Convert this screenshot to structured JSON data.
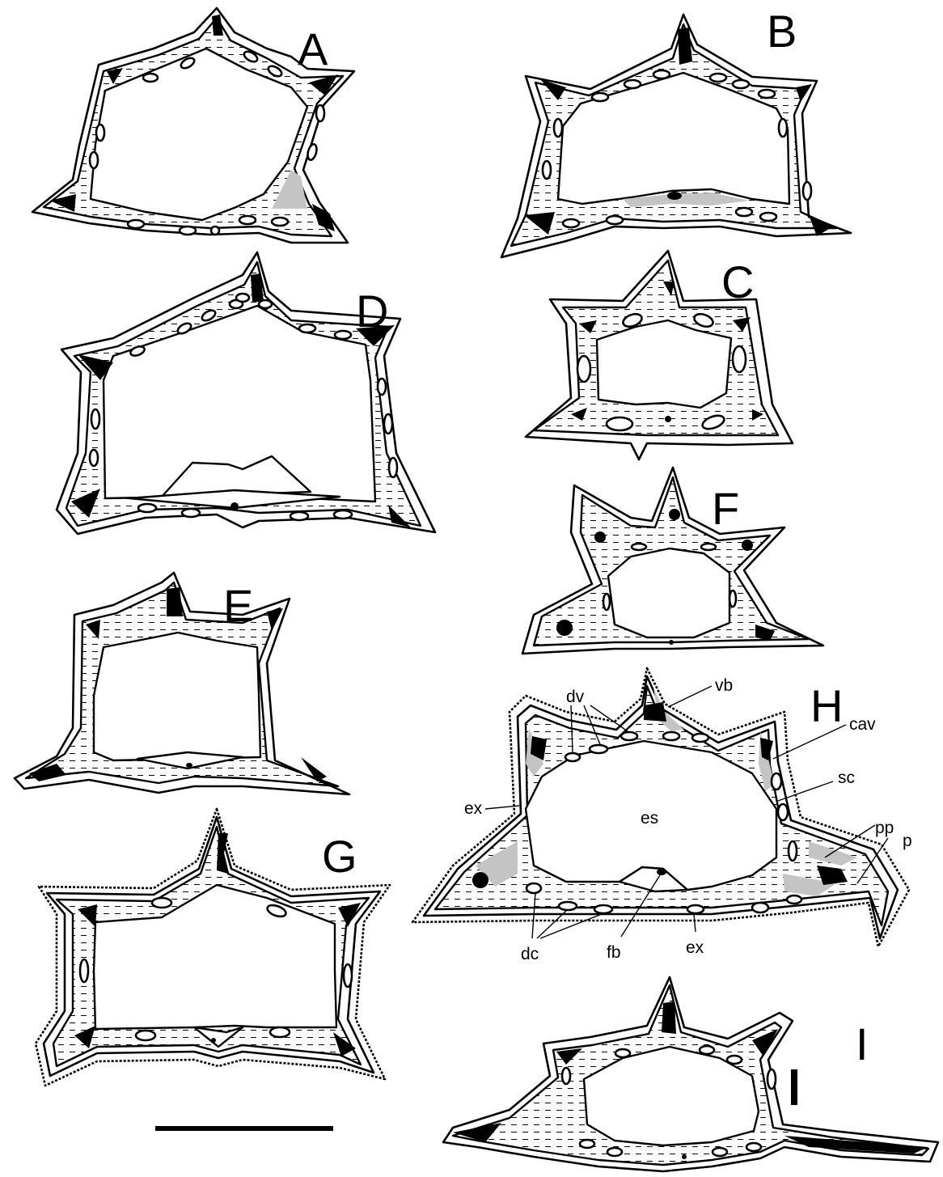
{
  "panels": {
    "A": "A",
    "B": "B",
    "C": "C",
    "D": "D",
    "E": "E",
    "F": "F",
    "G": "G",
    "H": "H",
    "I": "I"
  },
  "annotations": {
    "vb": "vb",
    "dv": "dv",
    "cav": "cav",
    "sc": "sc",
    "ex_left": "ex",
    "es": "es",
    "pp": "pp",
    "p": "p",
    "dc": "dc",
    "fb": "fb",
    "ex_bottom": "ex"
  },
  "colors": {
    "ink": "#000000",
    "background": "#ffffff",
    "cavity_grey": "#c4c4c4"
  }
}
